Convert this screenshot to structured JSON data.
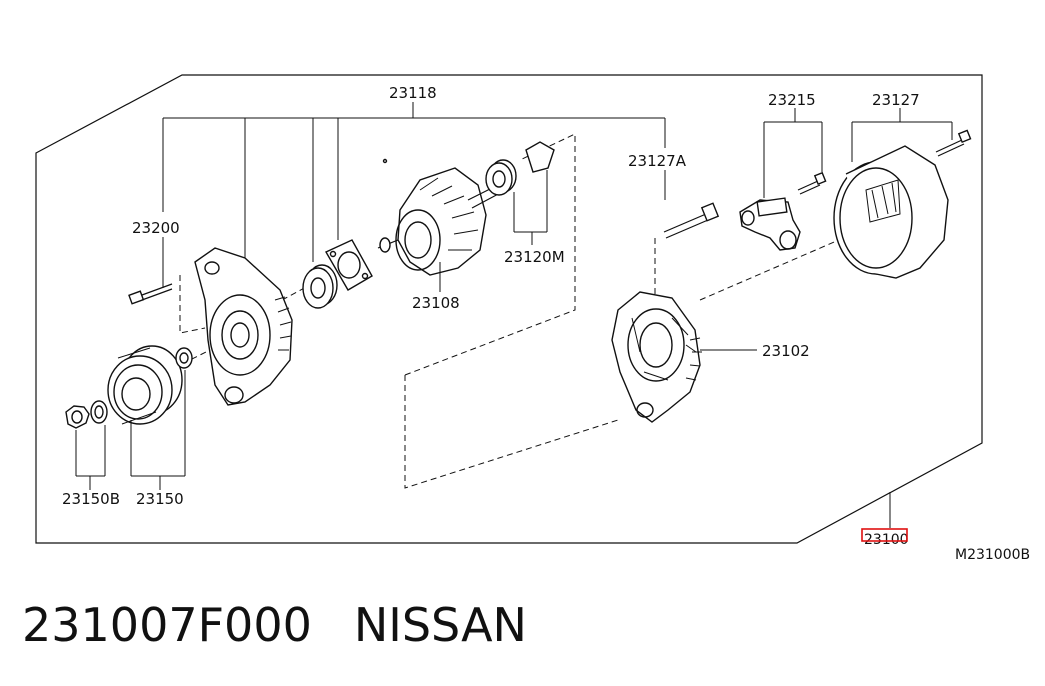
{
  "labels": {
    "l23118": "23118",
    "l23215": "23215",
    "l23127": "23127",
    "l23200": "23200",
    "l23127A": "23127A",
    "l23120M": "23120M",
    "l23108": "23108",
    "l23102": "23102",
    "l23150B": "23150B",
    "l23150": "23150",
    "l23100": "23100",
    "diagram_code": "M231000B"
  },
  "footer": {
    "part_number": "231007F000",
    "brand": "NISSAN"
  },
  "colors": {
    "line": "#111111",
    "highlight": "#e01010",
    "background": "#ffffff"
  }
}
